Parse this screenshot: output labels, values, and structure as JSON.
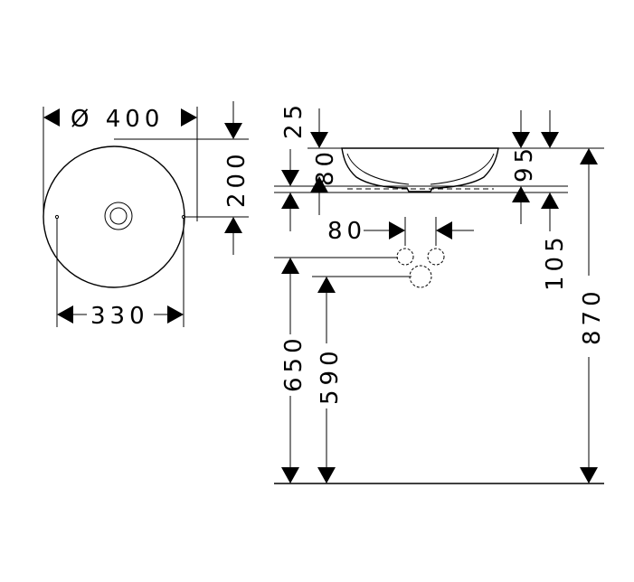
{
  "plan_view": {
    "diameter": "Ø 400",
    "depth_offset": "200",
    "hole_spacing": "330"
  },
  "side_view": {
    "rim_top": "25",
    "bowl_height": "80",
    "drain_offset": "95",
    "valve_spacing": "80",
    "valve_drop": "105",
    "total_height": "870",
    "valve_height_upper": "650",
    "valve_height_lower": "590"
  }
}
